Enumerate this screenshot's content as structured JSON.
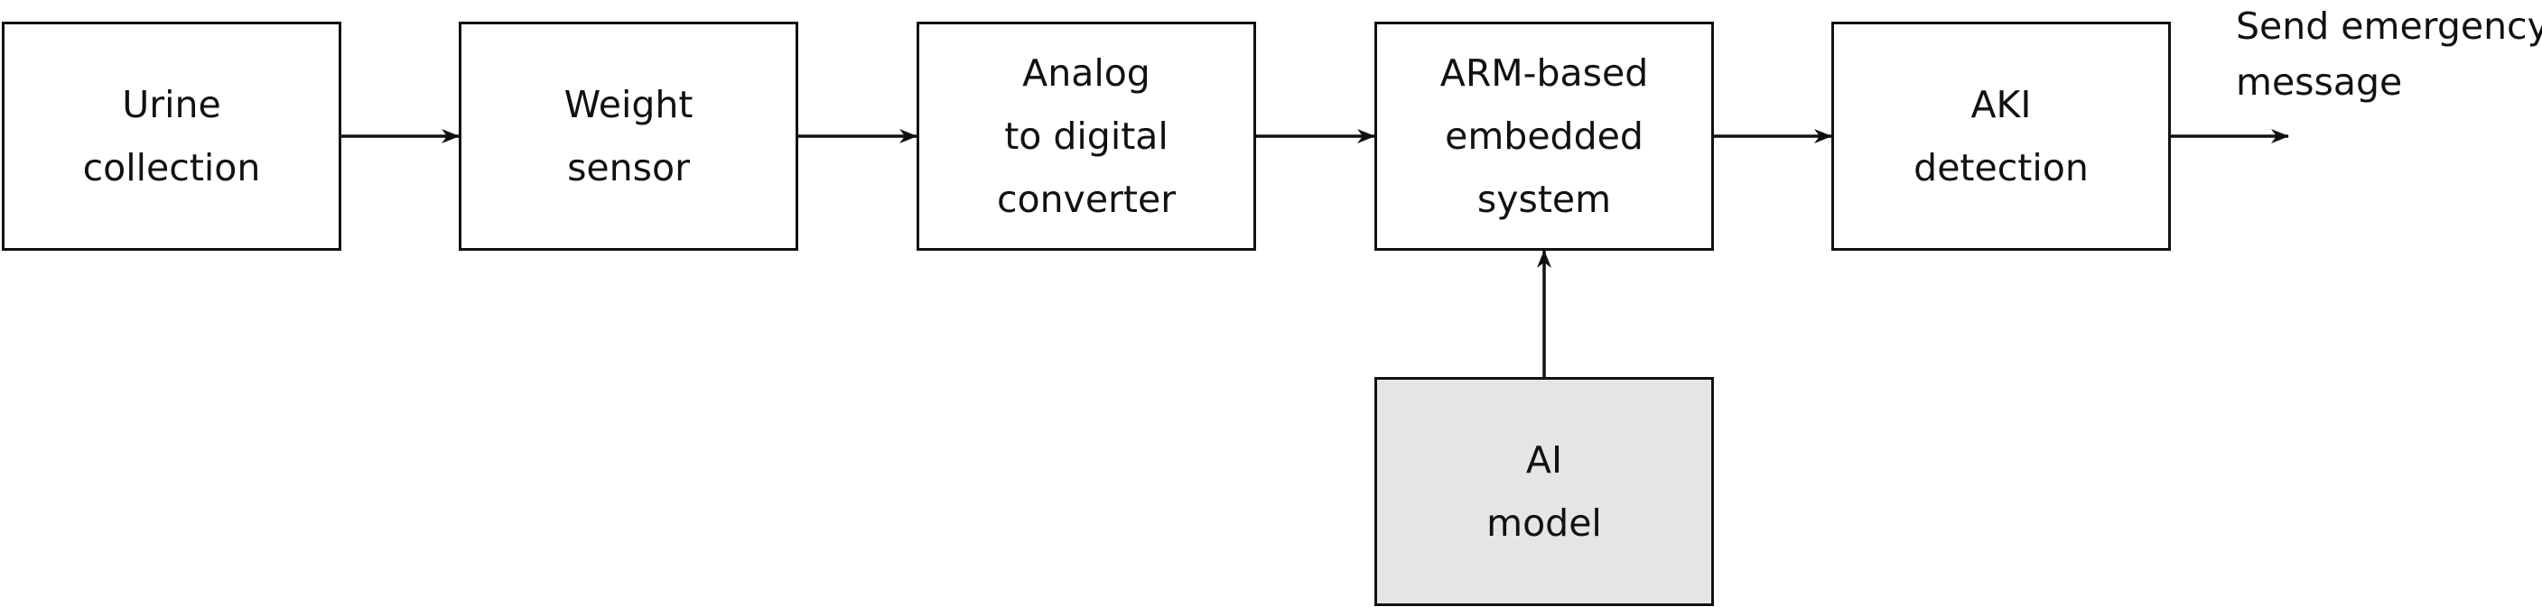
{
  "diagram": {
    "nodes": [
      {
        "id": "urine-collection",
        "lines": [
          "Urine",
          "collection"
        ]
      },
      {
        "id": "weight-sensor",
        "lines": [
          "Weight",
          "sensor"
        ]
      },
      {
        "id": "adc",
        "lines": [
          "Analog",
          "to digital",
          "converter"
        ]
      },
      {
        "id": "arm-system",
        "lines": [
          "ARM-based",
          "embedded",
          "system"
        ]
      },
      {
        "id": "aki-detection",
        "lines": [
          "AKI",
          "detection"
        ]
      },
      {
        "id": "ai-model",
        "lines": [
          "AI",
          "model"
        ]
      }
    ],
    "output": {
      "lines": [
        "Send emergency",
        "message"
      ]
    },
    "edges": [
      {
        "from": "urine-collection",
        "to": "weight-sensor"
      },
      {
        "from": "weight-sensor",
        "to": "adc"
      },
      {
        "from": "adc",
        "to": "arm-system"
      },
      {
        "from": "arm-system",
        "to": "aki-detection"
      },
      {
        "from": "aki-detection",
        "to": "output"
      },
      {
        "from": "ai-model",
        "to": "arm-system"
      }
    ],
    "colors": {
      "stroke": "#111111",
      "box_fill": "#ffffff",
      "ai_box_fill": "#e5e5e5"
    }
  }
}
